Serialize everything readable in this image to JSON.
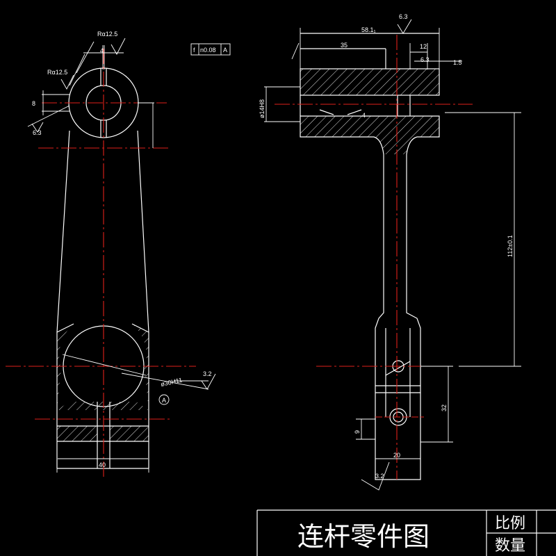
{
  "title_block": {
    "name": "连杆零件图",
    "scale_label": "比例",
    "quantity_label": "数量"
  },
  "dimensions": {
    "radius_top": "Rα12.5",
    "radius_left": "Rα12.5",
    "slot_width_top": "4",
    "height_8": "8",
    "roughness_left": "6.3",
    "width_40": "40",
    "bore_dia": "ø30H11",
    "datum_a": "A",
    "roughness_bore": "3.2",
    "tol_f": "f",
    "tol_val": "n0.08",
    "tol_ref": "A",
    "roughness_top": "6.3",
    "len_58": "58.1₁",
    "len_35": "35",
    "len_12": "12",
    "roughness_63b": "6.3",
    "len_15": "1.5",
    "pin_dia": "ø14H8",
    "slot_4": "4",
    "center_dist": "112±0.1",
    "len_32": "32",
    "len_9": "9",
    "len_20": "20",
    "roughness_32b": "3.2"
  }
}
